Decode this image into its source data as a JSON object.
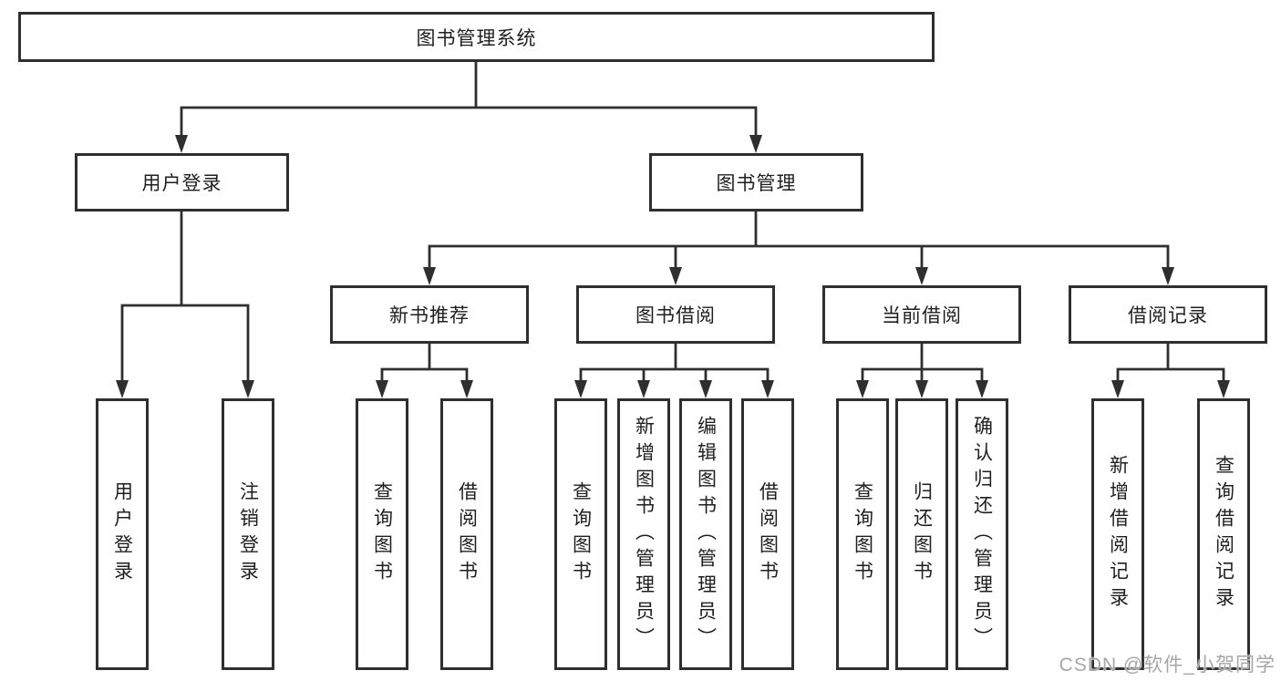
{
  "diagram": {
    "root": {
      "label": "图书管理系统"
    },
    "branches": [
      {
        "label": "用户登录",
        "children": [
          {
            "label": "用户登录"
          },
          {
            "label": "注销登录"
          }
        ]
      },
      {
        "label": "图书管理",
        "children": [
          {
            "label": "新书推荐",
            "children": [
              {
                "label": "查询图书"
              },
              {
                "label": "借阅图书"
              }
            ]
          },
          {
            "label": "图书借阅",
            "children": [
              {
                "label": "查询图书"
              },
              {
                "label": "新增图书（管理员）"
              },
              {
                "label": "编辑图书（管理员）"
              },
              {
                "label": "借阅图书"
              }
            ]
          },
          {
            "label": "当前借阅",
            "children": [
              {
                "label": "查询图书"
              },
              {
                "label": "归还图书"
              },
              {
                "label": "确认归还（管理员）"
              }
            ]
          },
          {
            "label": "借阅记录",
            "children": [
              {
                "label": "新增借阅记录"
              },
              {
                "label": "查询借阅记录"
              }
            ]
          }
        ]
      }
    ]
  },
  "watermark": {
    "text": "CSDN @软件_小贺同学"
  },
  "colors": {
    "line": "#2f2f2f",
    "box_border": "#2f2f2f",
    "text": "#1f1f1f",
    "watermark": "#a6a6a6",
    "background": "#ffffff"
  }
}
